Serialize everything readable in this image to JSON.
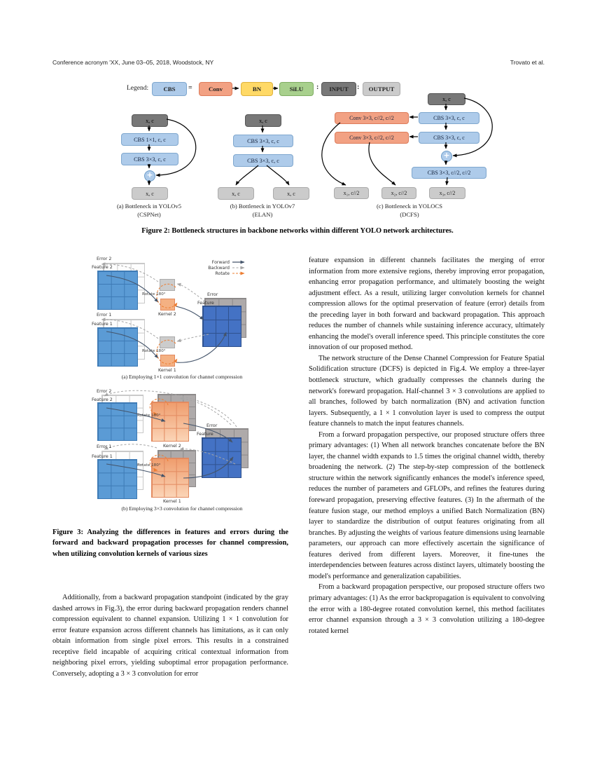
{
  "header": {
    "left": "Conference acronym 'XX, June 03–05, 2018, Woodstock, NY",
    "right": "Trovato et al."
  },
  "figure2": {
    "legend": {
      "label": "Legend:",
      "cbs": "CBS",
      "eq": "=",
      "conv": "Conv",
      "bn": "BN",
      "silu": "SiLU",
      "sep1": ":",
      "input": "INPUT",
      "sep2": ":",
      "output": "OUTPUT"
    },
    "a": {
      "input": "x, c",
      "cbs1": "CBS 1×1, c, c",
      "cbs2": "CBS 3×3, c, c",
      "plus": "+",
      "output": "x, c",
      "cap1": "(a) Bottleneck in YOLOv5",
      "cap2": "(CSPNet)"
    },
    "b": {
      "input": "x, c",
      "cbs1": "CBS 3×3, c, c",
      "cbs2": "CBS 3×3, c, c",
      "out1": "x, c",
      "out2": "x, c",
      "cap1": "(b) Bottleneck in YOLOv7",
      "cap2": "(ELAN)"
    },
    "c": {
      "input": "x, c",
      "cbs1": "CBS 3×3, c, c",
      "cbs2": "CBS 3×3, c, c",
      "conv1": "Conv 3×3, c//2, c//2",
      "conv2": "Conv 3×3, c//2, c//2",
      "plus": "+",
      "cbs3": "CBS 3×3, c//2, c//2",
      "out1": "x₁, c//2",
      "out2": "x₂, c//2",
      "out3": "x₃, c//2",
      "cap1": "(c) Bottleneck in YOLOCS",
      "cap2": "(DCFS)"
    },
    "caption": "Figure 2: Bottleneck structures in backbone networks within different YOLO network architectures."
  },
  "figure3": {
    "legend": {
      "forward": "Forward",
      "backward": "Backward",
      "rotate": "Rotate"
    },
    "a": {
      "error2": "Error 2",
      "feature2": "Feature 2",
      "kernel2": "Kernel 2",
      "rotate2": "Rotate 180°",
      "error1": "Error 1",
      "feature1": "Feature 1",
      "kernel1": "Kernel 1",
      "rotate1": "Rotate 180°",
      "error": "Error",
      "feature": "Feature",
      "caption": "(a) Employing 1×1 convolution for channel compression"
    },
    "b": {
      "error2": "Error 2",
      "feature2": "Feature 2",
      "kernel2": "Kernel 2",
      "rotate2": "Rotate 180°",
      "error1": "Error 1",
      "feature1": "Feature 1",
      "kernel1": "Kernel 1",
      "rotate1": "Rotate 180°",
      "error": "Error",
      "feature": "Feature",
      "caption": "(b) Employing 3×3 convolution for channel compression"
    },
    "caption": "Figure 3: Analyzing the differences in features and errors during the forward and backward propagation processes for channel compression, when utilizing convolution kernels of various sizes"
  },
  "left_column": {
    "p1": "Additionally, from a backward propagation standpoint (indicated by the gray dashed arrows in Fig.3), the error during backward propagation renders channel compression equivalent to channel expansion. Utilizing 1 × 1 convolution for error feature expansion across different channels has limitations, as it can only obtain information from single pixel errors. This results in a constrained receptive field incapable of acquiring critical contextual information from neighboring pixel errors, yielding suboptimal error propagation performance. Conversely, adopting a 3 × 3 convolution for error"
  },
  "right_column": {
    "p1": "feature expansion in different channels facilitates the merging of error information from more extensive regions, thereby improving error propagation, enhancing error propagation performance, and ultimately boosting the weight adjustment effect. As a result, utilizing larger convolution kernels for channel compression allows for the optimal preservation of feature (error) details from the preceding layer in both forward and backward propagation. This approach reduces the number of channels while sustaining inference accuracy, ultimately enhancing the model's overall inference speed. This principle constitutes the core innovation of our proposed method.",
    "p2": "The network structure of the Dense Channel Compression for Feature Spatial Solidification structure (DCFS) is depicted in Fig.4. We employ a three-layer bottleneck structure, which gradually compresses the channels during the network's foreward propagation. Half-channel 3 × 3 convolutions are applied to all branches, followed by batch normalization (BN) and activation function layers. Subsequently, a 1 × 1 convolution layer is used to compress the output feature channels to match the input features channels.",
    "p3": "From a forward propagation perspective, our proposed structure offers three primary advantages: (1) When all network branches concatenate before the BN layer, the channel width expands to 1.5 times the original channel width, thereby broadening the network. (2) The step-by-step compression of the bottleneck structure within the network significantly enhances the model's inference speed, reduces the number of parameters and GFLOPs, and refines the features during foreward propagation, preserving effective features. (3) In the aftermath of the feature fusion stage, our method employs a unified Batch Normalization (BN) layer to standardize the distribution of output features originating from all branches. By adjusting the weights of various feature dimensions using learnable parameters, our approach can more effectively ascertain the significance of features derived from different layers. Moreover, it fine-tunes the interdependencies between features across distinct layers, ultimately boosting the model's performance and generalization capabilities.",
    "p4": "From a backward propagation perspective, our proposed structure offers two primary advantages: (1) As the error backpropagation is equivalent to convolving the error with a 180-degree rotated convolution kernel, this method facilitates error channel expansion through a 3 × 3 convolution utilizing a 180-degree rotated kernel"
  },
  "colors": {
    "cbs_blue": "#AECBEA",
    "conv_orange": "#F2A183",
    "bn_yellow": "#FFD966",
    "silu_green": "#A8D08D",
    "input_gray": "#787878",
    "output_gray": "#CBCBCB",
    "feature_blue": "#5B9BD5",
    "feature_dark_blue": "#4472C4",
    "kernel_orange": "#F4B183",
    "error_gray": "#AEAAAA",
    "forward_arrow": "#44546A",
    "backward_arrow": "#A6A6A6",
    "rotate_arrow": "#ED7D31"
  }
}
